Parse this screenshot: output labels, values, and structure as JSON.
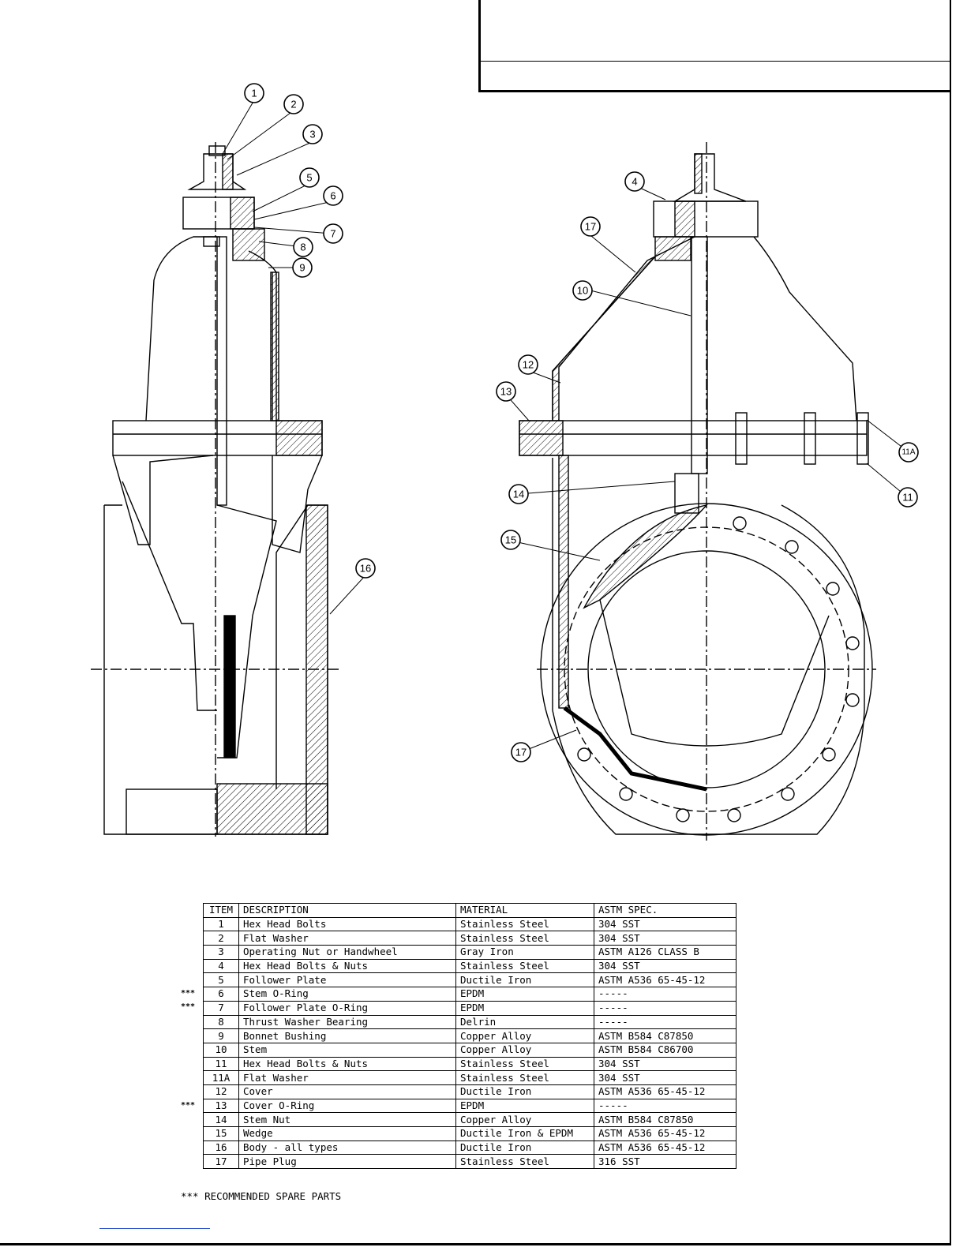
{
  "callouts": [
    "1",
    "2",
    "3",
    "4",
    "5",
    "6",
    "7",
    "8",
    "9",
    "10",
    "11",
    "11A",
    "12",
    "13",
    "14",
    "15",
    "16",
    "17"
  ],
  "parts_table": {
    "headers": {
      "item": "ITEM",
      "description": "DESCRIPTION",
      "material": "MATERIAL",
      "spec": "ASTM SPEC."
    },
    "rows": [
      {
        "item": "1",
        "description": "Hex Head Bolts",
        "material": "Stainless Steel",
        "spec": "304 SST",
        "spare": ""
      },
      {
        "item": "2",
        "description": "Flat Washer",
        "material": "Stainless Steel",
        "spec": "304 SST",
        "spare": ""
      },
      {
        "item": "3",
        "description": "Operating Nut or Handwheel",
        "material": "Gray Iron",
        "spec": "ASTM A126 CLASS B",
        "spare": ""
      },
      {
        "item": "4",
        "description": "Hex Head Bolts & Nuts",
        "material": "Stainless Steel",
        "spec": "304 SST",
        "spare": ""
      },
      {
        "item": "5",
        "description": "Follower Plate",
        "material": "Ductile Iron",
        "spec": "ASTM A536 65-45-12",
        "spare": ""
      },
      {
        "item": "6",
        "description": "Stem O-Ring",
        "material": "EPDM",
        "spec": "-----",
        "spare": "***"
      },
      {
        "item": "7",
        "description": "Follower Plate O-Ring",
        "material": "EPDM",
        "spec": "-----",
        "spare": "***"
      },
      {
        "item": "8",
        "description": "Thrust Washer Bearing",
        "material": "Delrin",
        "spec": "-----",
        "spare": ""
      },
      {
        "item": "9",
        "description": "Bonnet Bushing",
        "material": "Copper Alloy",
        "spec": "ASTM B584 C87850",
        "spare": ""
      },
      {
        "item": "10",
        "description": "Stem",
        "material": "Copper Alloy",
        "spec": "ASTM B584 C86700",
        "spare": ""
      },
      {
        "item": "11",
        "description": "Hex Head Bolts & Nuts",
        "material": "Stainless Steel",
        "spec": "304 SST",
        "spare": ""
      },
      {
        "item": "11A",
        "description": "Flat Washer",
        "material": "Stainless Steel",
        "spec": "304 SST",
        "spare": ""
      },
      {
        "item": "12",
        "description": "Cover",
        "material": "Ductile Iron",
        "spec": "ASTM A536 65-45-12",
        "spare": ""
      },
      {
        "item": "13",
        "description": "Cover O-Ring",
        "material": "EPDM",
        "spec": "-----",
        "spare": "***"
      },
      {
        "item": "14",
        "description": "Stem Nut",
        "material": "Copper Alloy",
        "spec": "ASTM B584 C87850",
        "spare": ""
      },
      {
        "item": "15",
        "description": "Wedge",
        "material": "Ductile Iron & EPDM",
        "spec": "ASTM A536 65-45-12",
        "spare": ""
      },
      {
        "item": "16",
        "description": "Body - all types",
        "material": "Ductile Iron",
        "spec": "ASTM A536 65-45-12",
        "spare": ""
      },
      {
        "item": "17",
        "description": "Pipe Plug",
        "material": "Stainless Steel",
        "spec": "316 SST",
        "spare": ""
      }
    ]
  },
  "spare_note": "*** RECOMMENDED SPARE PARTS"
}
